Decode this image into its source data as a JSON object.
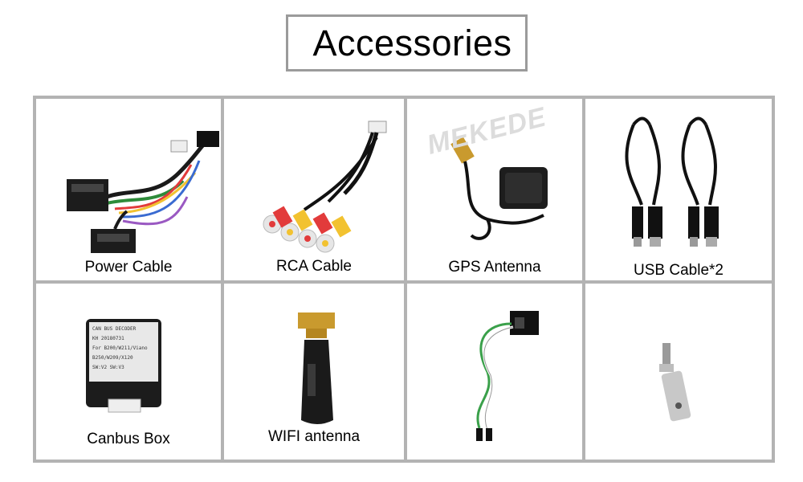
{
  "title": "Accessories",
  "watermark": "MEKEDE",
  "items": [
    {
      "label": "Power Cable",
      "icon": "power-cable-harness"
    },
    {
      "label": "RCA Cable",
      "icon": "rca-cable"
    },
    {
      "label": "GPS Antenna",
      "icon": "gps-antenna"
    },
    {
      "label": "USB Cable*2",
      "icon": "usb-cables"
    },
    {
      "label": "Canbus Box",
      "icon": "canbus-box"
    },
    {
      "label": "WIFI antenna",
      "icon": "wifi-antenna"
    },
    {
      "label": "",
      "icon": "wire-connector"
    },
    {
      "label": "",
      "icon": "antenna-adapter"
    }
  ],
  "canbus_box_text": [
    "CAN BUS DECODER",
    "KH 20180731",
    "For B200/W211/Viano",
    "B250/W209/X120",
    "SW:V2      SW:V3"
  ]
}
